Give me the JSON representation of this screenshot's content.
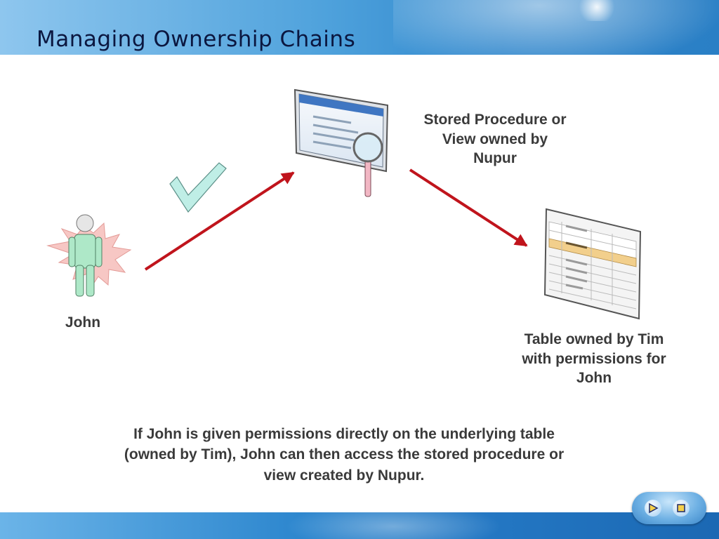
{
  "slide": {
    "title": "Managing Ownership Chains"
  },
  "diagram": {
    "user_label": "John",
    "procedure_label": "Stored Procedure or\nView  owned by\nNupur",
    "table_label": "Table owned by Tim\nwith permissions for\nJohn",
    "caption": "If John is given permissions directly on the underlying table\n(owned by Tim), John can then access the stored procedure or\nview created by Nupur."
  },
  "colors": {
    "arrow": "#c0141c",
    "check": "#bfeee6",
    "person": "#aee8c8",
    "table_highlight": "#f2cf8c"
  },
  "nav": {
    "next_icon": "play-triangle-icon",
    "stop_icon": "stop-square-icon"
  }
}
